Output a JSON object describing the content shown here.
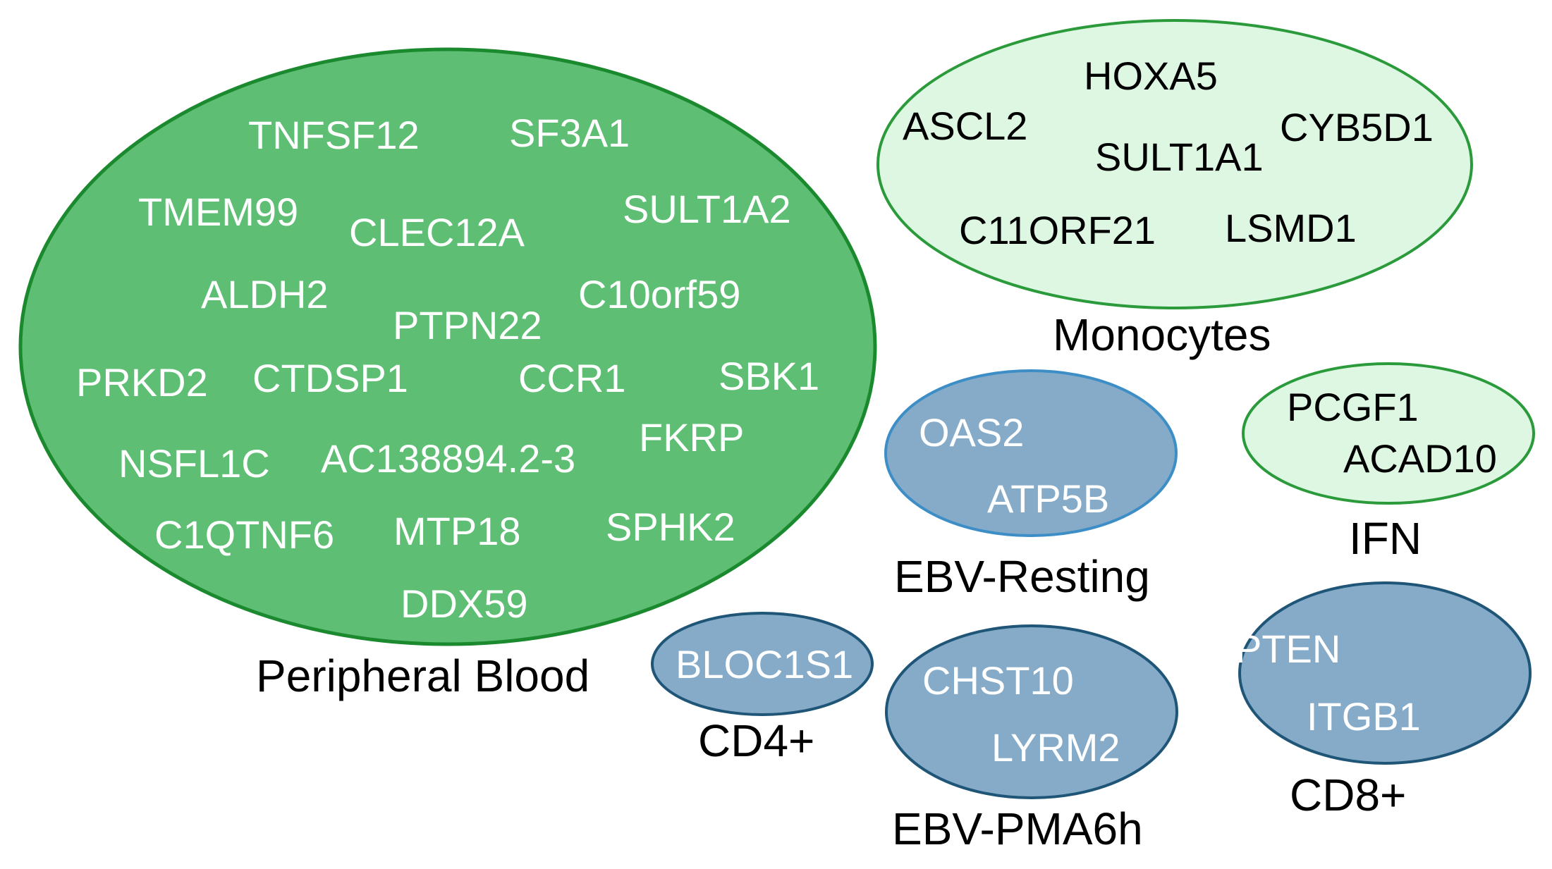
{
  "colors": {
    "blood_fill": "#5dbe74",
    "blood_stroke": "#1b8a2e",
    "light_fill": "#ddf7e3",
    "light_stroke": "#2a9a3a",
    "blue_fill": "#85abc9",
    "blue_stroke_dark": "#1f5577",
    "blue_stroke_light": "#3d8ec6",
    "light_text": "#ffffff",
    "dark_text": "#000000"
  },
  "groups": {
    "peripheral_blood": {
      "label": "Peripheral Blood",
      "genes": [
        "TNFSF12",
        "SF3A1",
        "TMEM99",
        "CLEC12A",
        "SULT1A2",
        "ALDH2",
        "C10orf59",
        "PTPN22",
        "PRKD2",
        "CTDSP1",
        "CCR1",
        "SBK1",
        "FKRP",
        "NSFL1C",
        "AC138894.2-3",
        "C1QTNF6",
        "MTP18",
        "SPHK2",
        "DDX59"
      ]
    },
    "monocytes": {
      "label": "Monocytes",
      "genes": [
        "HOXA5",
        "ASCL2",
        "CYB5D1",
        "SULT1A1",
        "C11ORF21",
        "LSMD1"
      ]
    },
    "ebv_resting": {
      "label": "EBV-Resting",
      "genes": [
        "OAS2",
        "ATP5B"
      ]
    },
    "ifn": {
      "label": "IFN",
      "genes": [
        "PCGF1",
        "ACAD10"
      ]
    },
    "cd4": {
      "label": "CD4+",
      "genes": [
        "BLOC1S1"
      ]
    },
    "ebv_pma6h": {
      "label": "EBV-PMA6h",
      "genes": [
        "CHST10",
        "LYRM2"
      ]
    },
    "cd8": {
      "label": "CD8+",
      "genes": [
        "PTEN",
        "ITGB1"
      ]
    }
  }
}
